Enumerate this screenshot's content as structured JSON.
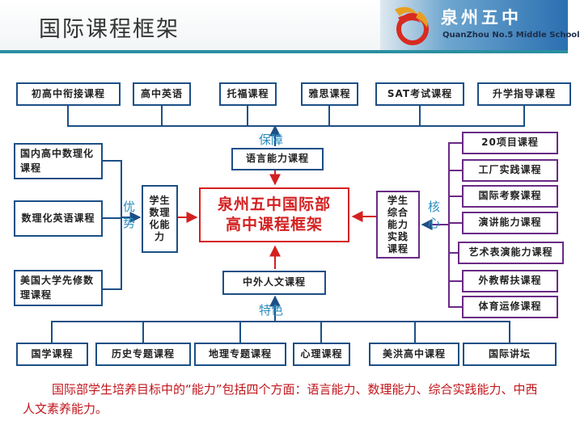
{
  "header": {
    "title": "国际课程框架",
    "school_name_cn": "泉州五中",
    "school_name_en": "QuanZhou No.5 Middle School",
    "logo_icon": "phoenix-logo-icon",
    "accent_color": "#2a8fa0"
  },
  "diagram": {
    "center": {
      "line1": "泉州五中国际部",
      "line2": "高中课程框架"
    },
    "top_row": [
      "初高中衔接课程",
      "高中英语",
      "托福课程",
      "雅思课程",
      "SAT考试课程",
      "升学指导课程"
    ],
    "guarantee": {
      "label": "保障",
      "box": "语言能力课程"
    },
    "advantage": {
      "label": "优势",
      "left_boxes": [
        "国内高中数理化课程",
        "数理化英语课程",
        "美国大学先修数理课程"
      ],
      "middle_box": "学生数理化能力"
    },
    "core": {
      "label": "核心",
      "middle_box": "学生综合能力实践课程",
      "right_boxes": [
        "20项目课程",
        "工厂实践课程",
        "国际考察课程",
        "演讲能力课程",
        "艺术表演能力课程",
        "外教帮扶课程",
        "体育运修课程"
      ]
    },
    "feature": {
      "label": "特色",
      "box": "中外人文课程",
      "bottom_boxes": [
        "国学课程",
        "历史专题课程",
        "地理专题课程",
        "心理课程",
        "美洪高中课程",
        "国际讲坛"
      ]
    },
    "colors": {
      "blue": "#1c4f86",
      "purple": "#6a2a86",
      "red": "#d42020",
      "teal": "#2a8dbf"
    }
  },
  "caption": "国际部学生培养目标中的“能力”包括四个方面：语言能力、数理能力、综合实践能力、中西人文素养能力。"
}
